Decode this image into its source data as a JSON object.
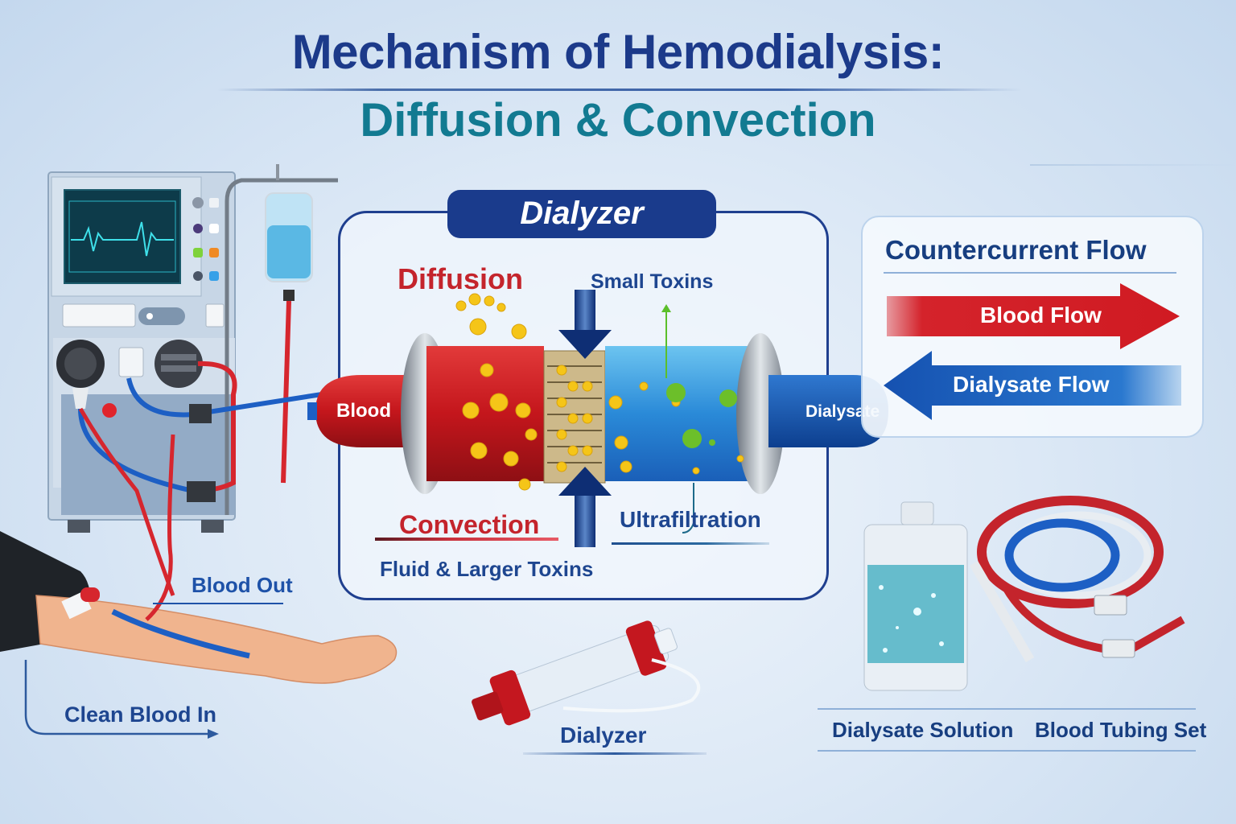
{
  "title": {
    "line1": "Mechanism of Hemodialysis:",
    "line2": "Diffusion & Convection"
  },
  "dialyzer_panel": {
    "header": "Dialyzer",
    "diffusion_label": "Diffusion",
    "small_toxins_label": "Small Toxins",
    "convection_label": "Convection",
    "fluid_label": "Fluid & Larger Toxins",
    "ultrafiltration_label": "Ultrafiltration",
    "blood_cap_label": "Blood",
    "dialysate_cap_label": "Dialysate"
  },
  "countercurrent_panel": {
    "title": "Countercurrent Flow",
    "blood_flow_label": "Blood Flow",
    "dialysate_flow_label": "Dialysate Flow"
  },
  "patient": {
    "blood_out_label": "Blood Out",
    "clean_blood_in_label": "Clean Blood In"
  },
  "components": {
    "dialyzer_label": "Dialyzer",
    "dialysate_solution_label": "Dialysate Solution",
    "blood_tubing_label": "Blood Tubing Set"
  },
  "colors": {
    "title_navy": "#1c3a8a",
    "title_teal": "#127a91",
    "blood_red": "#c8222b",
    "dialysate_blue": "#1a5fb8",
    "toxin_yellow": "#f5c518",
    "toxin_green": "#6cbf2a",
    "panel_border": "#1f3f8f"
  }
}
